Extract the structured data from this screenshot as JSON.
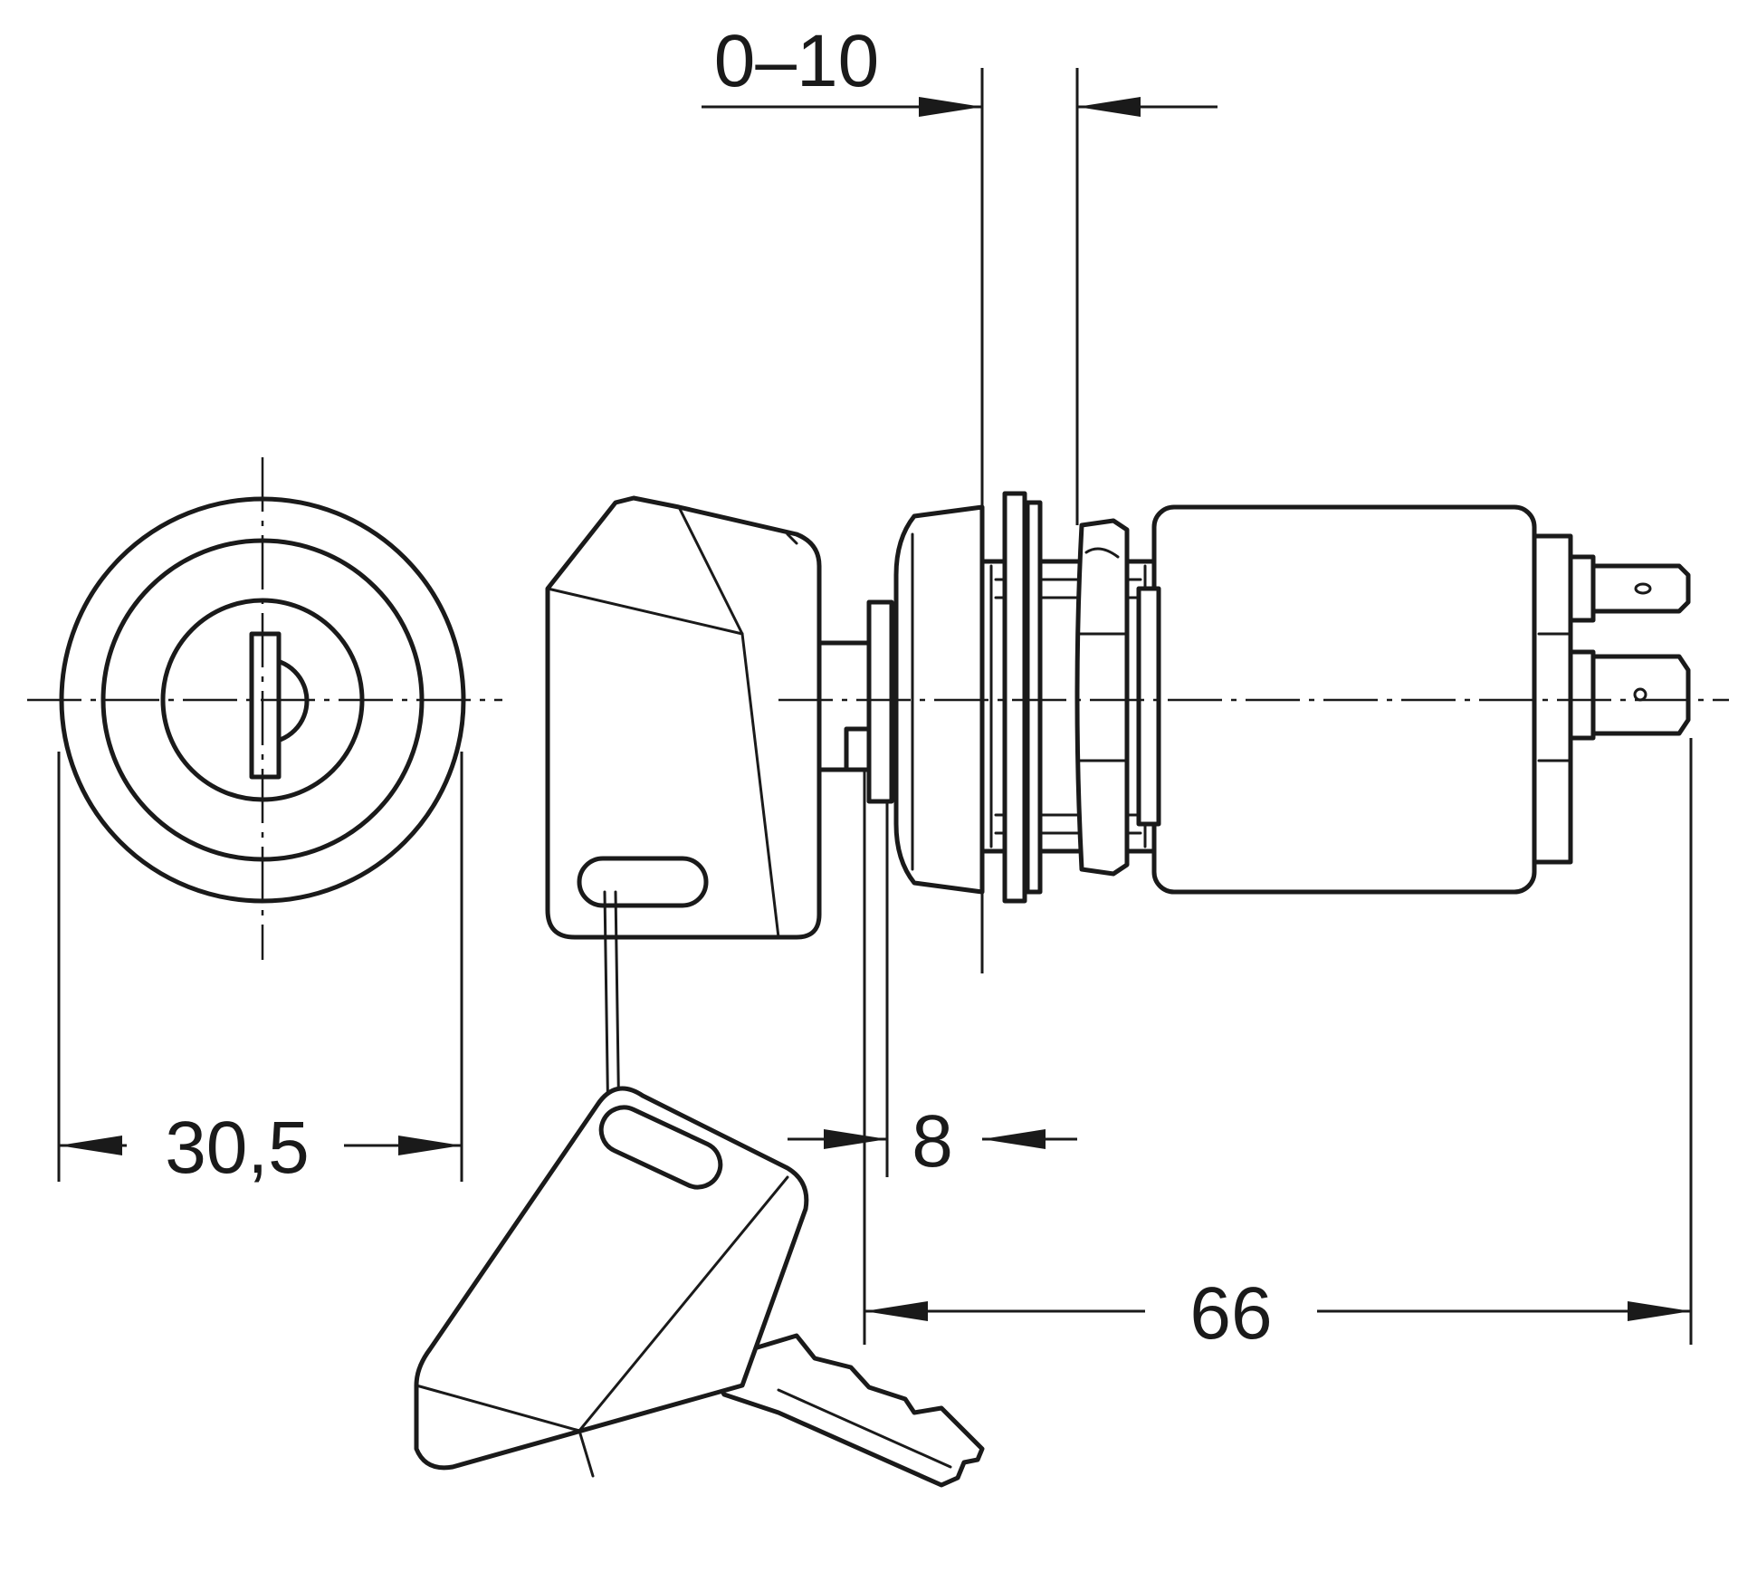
{
  "dimensions": {
    "clamp_range": "0–10",
    "front_diameter": "30,5",
    "flange_thickness": "8",
    "overall_length": "66"
  }
}
